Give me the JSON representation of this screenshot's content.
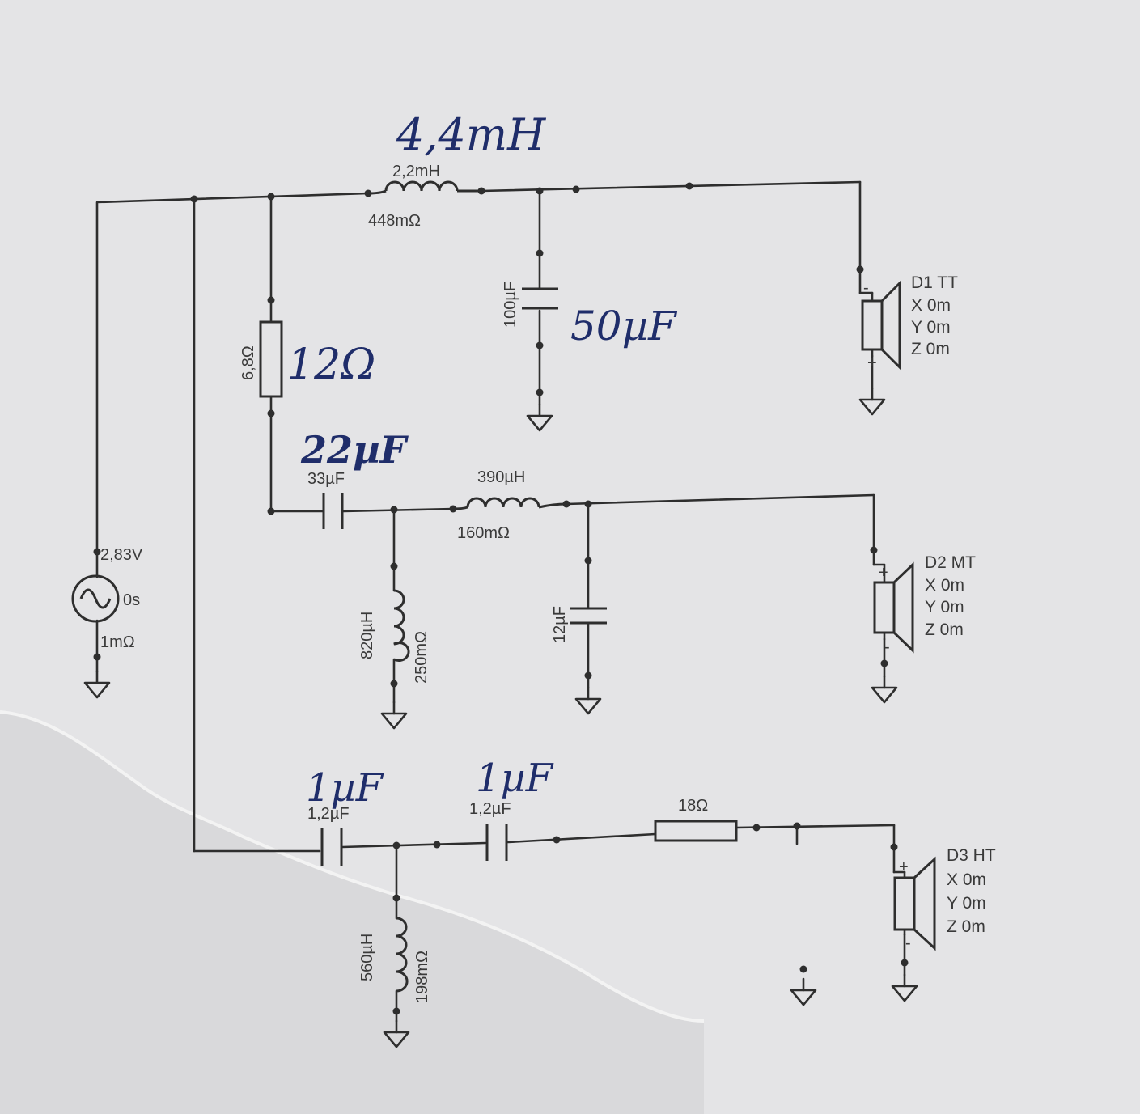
{
  "source": {
    "amplitude": "2,83V",
    "delay": "0s",
    "resistance": "1mΩ"
  },
  "woofer_branch": {
    "inductor": {
      "value": "2,2mH",
      "resistance": "448mΩ",
      "handwritten": "4,4mH"
    },
    "capacitor": {
      "value": "100µF",
      "handwritten": "50µF"
    },
    "resistor": {
      "value": "6,8Ω",
      "handwritten": "12Ω"
    },
    "driver": {
      "name": "D1 TT",
      "x": "X 0m",
      "y": "Y 0m",
      "z": "Z 0m"
    }
  },
  "mid_branch": {
    "series_capacitor": {
      "value": "33µF",
      "handwritten": "22µF"
    },
    "series_inductor": {
      "value": "390µH",
      "resistance": "160mΩ"
    },
    "shunt_inductor": {
      "value": "820µH",
      "resistance": "250mΩ"
    },
    "shunt_capacitor": {
      "value": "12µF"
    },
    "driver": {
      "name": "D2 MT",
      "x": "X 0m",
      "y": "Y 0m",
      "z": "Z 0m"
    }
  },
  "tweeter_branch": {
    "capacitor_1": {
      "value": "1,2µF",
      "handwritten": "1µF"
    },
    "capacitor_2": {
      "value": "1,2µF",
      "handwritten": "1µF"
    },
    "shunt_inductor": {
      "value": "560µH",
      "resistance": "198mΩ"
    },
    "resistor": {
      "value": "18Ω"
    },
    "driver": {
      "name": "D3 HT",
      "x": "X 0m",
      "y": "Y 0m",
      "z": "Z 0m"
    }
  },
  "colors": {
    "paper": "#e4e4e6",
    "ink": "#2e2e2e",
    "pen": "#1f2d6a"
  }
}
